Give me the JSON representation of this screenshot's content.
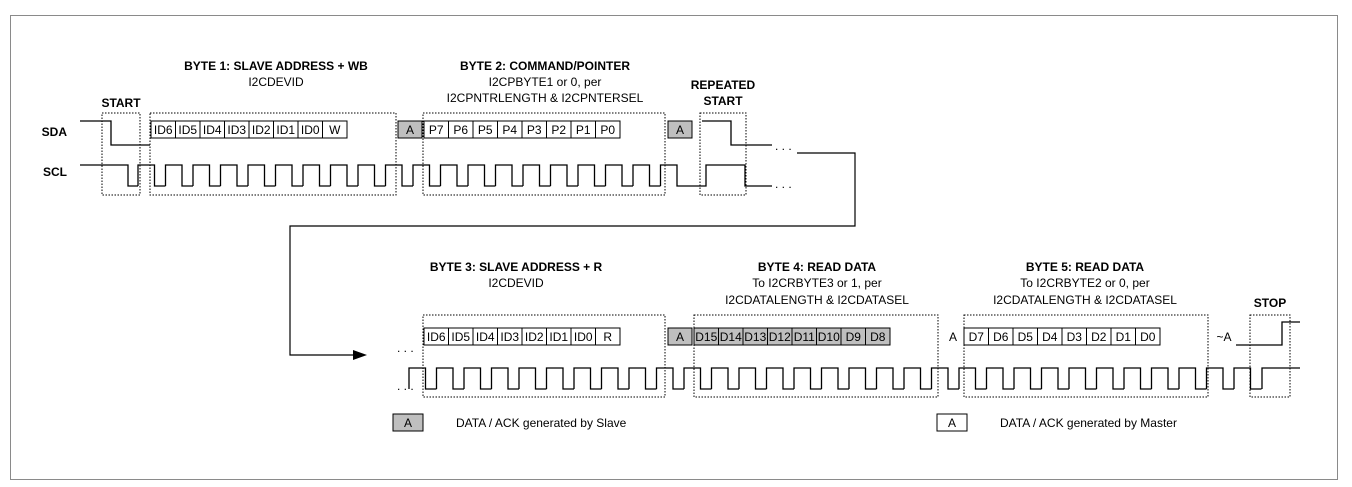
{
  "signals": {
    "sda": "SDA",
    "scl": "SCL",
    "ellipsis": ". . ."
  },
  "conditions": {
    "start": "START",
    "repeated_start_1": "REPEATED",
    "repeated_start_2": "START",
    "stop": "STOP"
  },
  "byte1": {
    "title": "BYTE 1: SLAVE ADDRESS + WB",
    "sub1": "I2CDEVID",
    "bits": [
      "ID6",
      "ID5",
      "ID4",
      "ID3",
      "ID2",
      "ID1",
      "ID0",
      "W"
    ],
    "ack": "A"
  },
  "byte2": {
    "title": "BYTE 2: COMMAND/POINTER",
    "sub1": "I2CPBYTE1 or 0, per",
    "sub2": "I2CPNTRLENGTH & I2CPNTERSEL",
    "bits": [
      "P7",
      "P6",
      "P5",
      "P4",
      "P3",
      "P2",
      "P1",
      "P0"
    ],
    "ack": "A"
  },
  "byte3": {
    "title": "BYTE 3: SLAVE ADDRESS + R",
    "sub1": "I2CDEVID",
    "bits": [
      "ID6",
      "ID5",
      "ID4",
      "ID3",
      "ID2",
      "ID1",
      "ID0",
      "R"
    ],
    "ack": "A"
  },
  "byte4": {
    "title": "BYTE 4: READ DATA",
    "sub1": "To I2CRBYTE3 or 1, per",
    "sub2": "I2CDATALENGTH & I2CDATASEL",
    "bits": [
      "D15",
      "D14",
      "D13",
      "D12",
      "D11",
      "D10",
      "D9",
      "D8"
    ],
    "ack": "A"
  },
  "byte5": {
    "title": "BYTE 5: READ DATA",
    "sub1": "To I2CRBYTE2 or 0, per",
    "sub2": "I2CDATALENGTH & I2CDATASEL",
    "bits": [
      "D7",
      "D6",
      "D5",
      "D4",
      "D3",
      "D2",
      "D1",
      "D0"
    ],
    "ack": "~A"
  },
  "legend": {
    "slave_key": "A",
    "slave_text": "DATA / ACK generated by Slave",
    "master_key": "A",
    "master_text": "DATA / ACK generated by Master"
  },
  "colors": {
    "slave_fill": "#bfbfbf",
    "master_fill": "#ffffff",
    "line": "#000000"
  }
}
